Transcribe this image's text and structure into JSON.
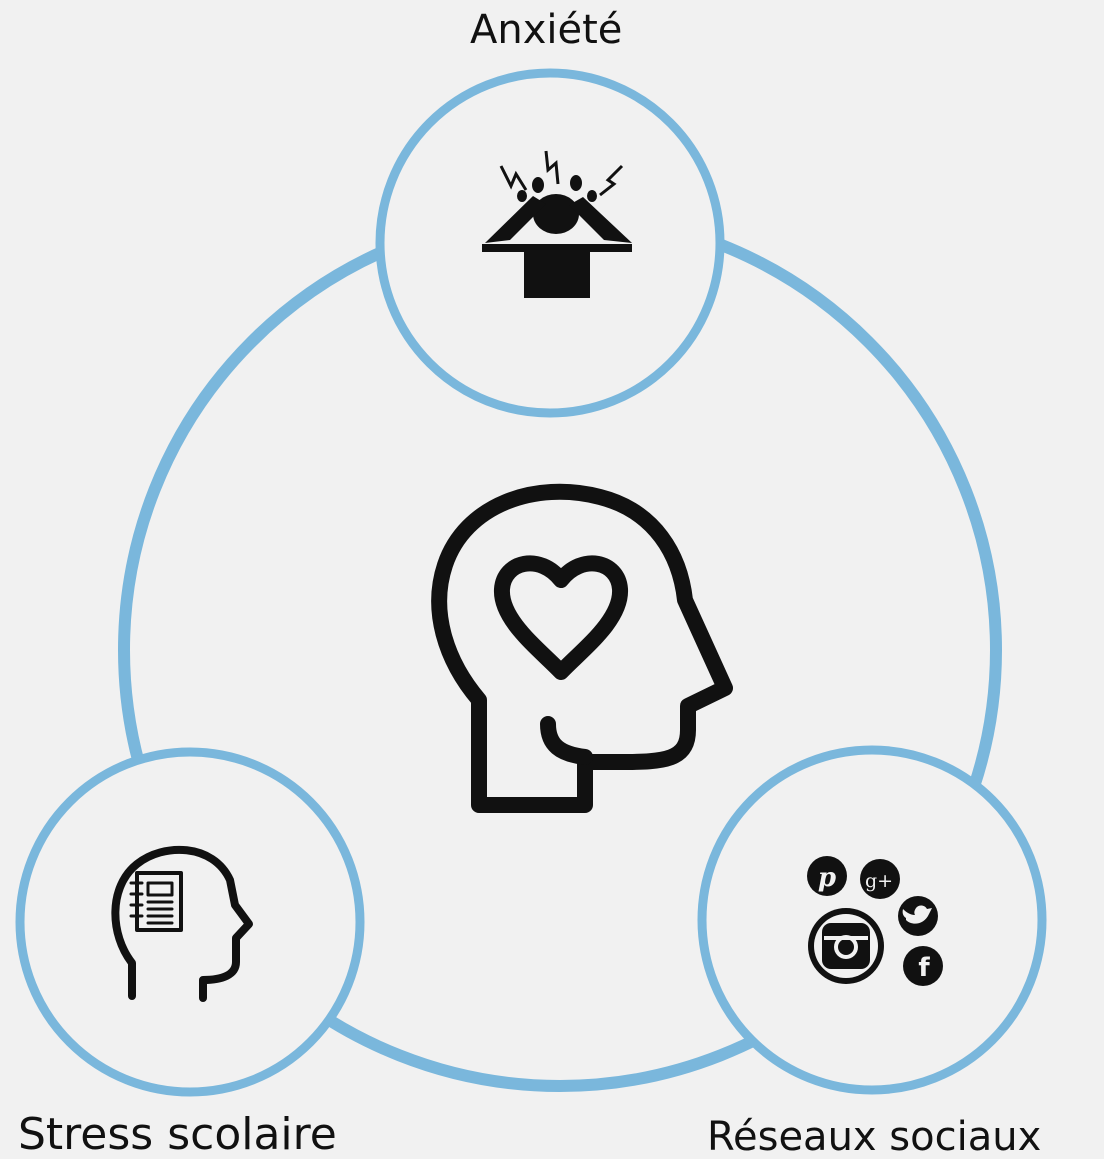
{
  "colors": {
    "background": "#f1f1f1",
    "ring": "#7ab7dc",
    "icon": "#111111"
  },
  "center": {
    "icon": "head-with-heart-icon"
  },
  "nodes": [
    {
      "label": "Anxiété",
      "icon": "stressed-person-icon"
    },
    {
      "label": "Stress scolaire",
      "icon": "head-with-notebook-icon"
    },
    {
      "label": "Réseaux sociaux",
      "icon": "social-media-icon"
    }
  ],
  "social_icons": [
    "pinterest-icon",
    "google-plus-icon",
    "twitter-icon",
    "instagram-icon",
    "facebook-icon"
  ]
}
